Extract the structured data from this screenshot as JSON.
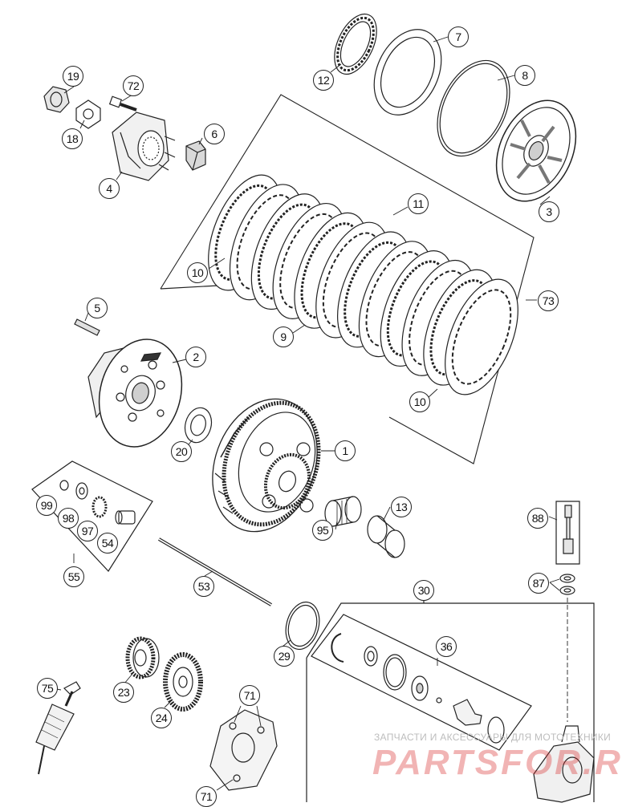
{
  "diagram": {
    "colors": {
      "line": "#222222",
      "fill": "#ffffff",
      "shade": "#cfcfcf",
      "label_border": "#222222"
    },
    "callouts": [
      {
        "id": "p19",
        "text": "19"
      },
      {
        "id": "p72",
        "text": "72"
      },
      {
        "id": "p18",
        "text": "18"
      },
      {
        "id": "p6",
        "text": "6"
      },
      {
        "id": "p4",
        "text": "4"
      },
      {
        "id": "p12",
        "text": "12"
      },
      {
        "id": "p7",
        "text": "7"
      },
      {
        "id": "p8",
        "text": "8"
      },
      {
        "id": "p3",
        "text": "3"
      },
      {
        "id": "p11",
        "text": "11"
      },
      {
        "id": "p10a",
        "text": "10"
      },
      {
        "id": "p73",
        "text": "73"
      },
      {
        "id": "p9",
        "text": "9"
      },
      {
        "id": "p10b",
        "text": "10"
      },
      {
        "id": "p5",
        "text": "5"
      },
      {
        "id": "p2",
        "text": "2"
      },
      {
        "id": "p20",
        "text": "20"
      },
      {
        "id": "p1",
        "text": "1"
      },
      {
        "id": "p99",
        "text": "99"
      },
      {
        "id": "p98",
        "text": "98"
      },
      {
        "id": "p97",
        "text": "97"
      },
      {
        "id": "p54",
        "text": "54"
      },
      {
        "id": "p55",
        "text": "55"
      },
      {
        "id": "p95",
        "text": "95"
      },
      {
        "id": "p13",
        "text": "13"
      },
      {
        "id": "p88",
        "text": "88"
      },
      {
        "id": "p87",
        "text": "87"
      },
      {
        "id": "p53",
        "text": "53"
      },
      {
        "id": "p30",
        "text": "30"
      },
      {
        "id": "p29",
        "text": "29"
      },
      {
        "id": "p36",
        "text": "36"
      },
      {
        "id": "p75",
        "text": "75"
      },
      {
        "id": "p23",
        "text": "23"
      },
      {
        "id": "p24",
        "text": "24"
      },
      {
        "id": "p71a",
        "text": "71"
      },
      {
        "id": "p71b",
        "text": "71"
      }
    ]
  },
  "watermark": {
    "caption": "ЗАПЧАСТИ И АКСЕССУАРЫ ДЛЯ МОТОТЕХНИКИ",
    "brand": "PARTSFOR.RU"
  }
}
